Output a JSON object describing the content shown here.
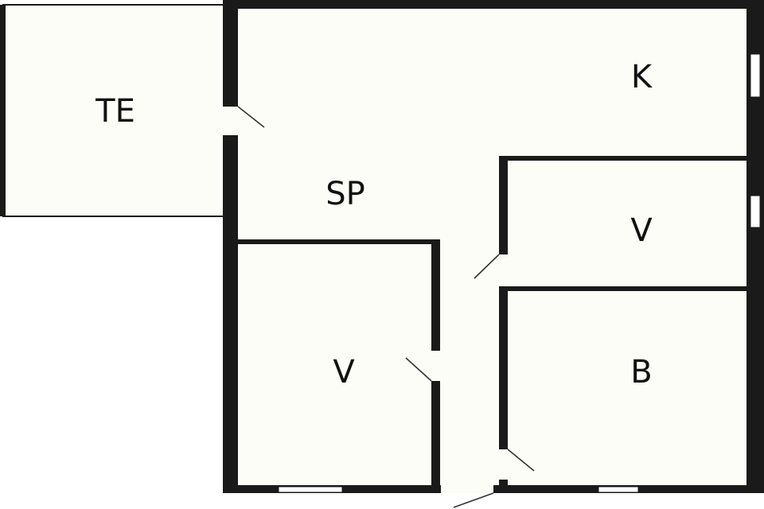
{
  "diagram": {
    "type": "floor-plan",
    "colors": {
      "wall": "#1a1a1a",
      "floor": "#fdfdf8",
      "background": "#ffffff"
    },
    "rooms": [
      {
        "id": "te",
        "label": "TE"
      },
      {
        "id": "k",
        "label": "K"
      },
      {
        "id": "sp",
        "label": "SP"
      },
      {
        "id": "v-right",
        "label": "V"
      },
      {
        "id": "v-left",
        "label": "V"
      },
      {
        "id": "b",
        "label": "B"
      }
    ]
  }
}
